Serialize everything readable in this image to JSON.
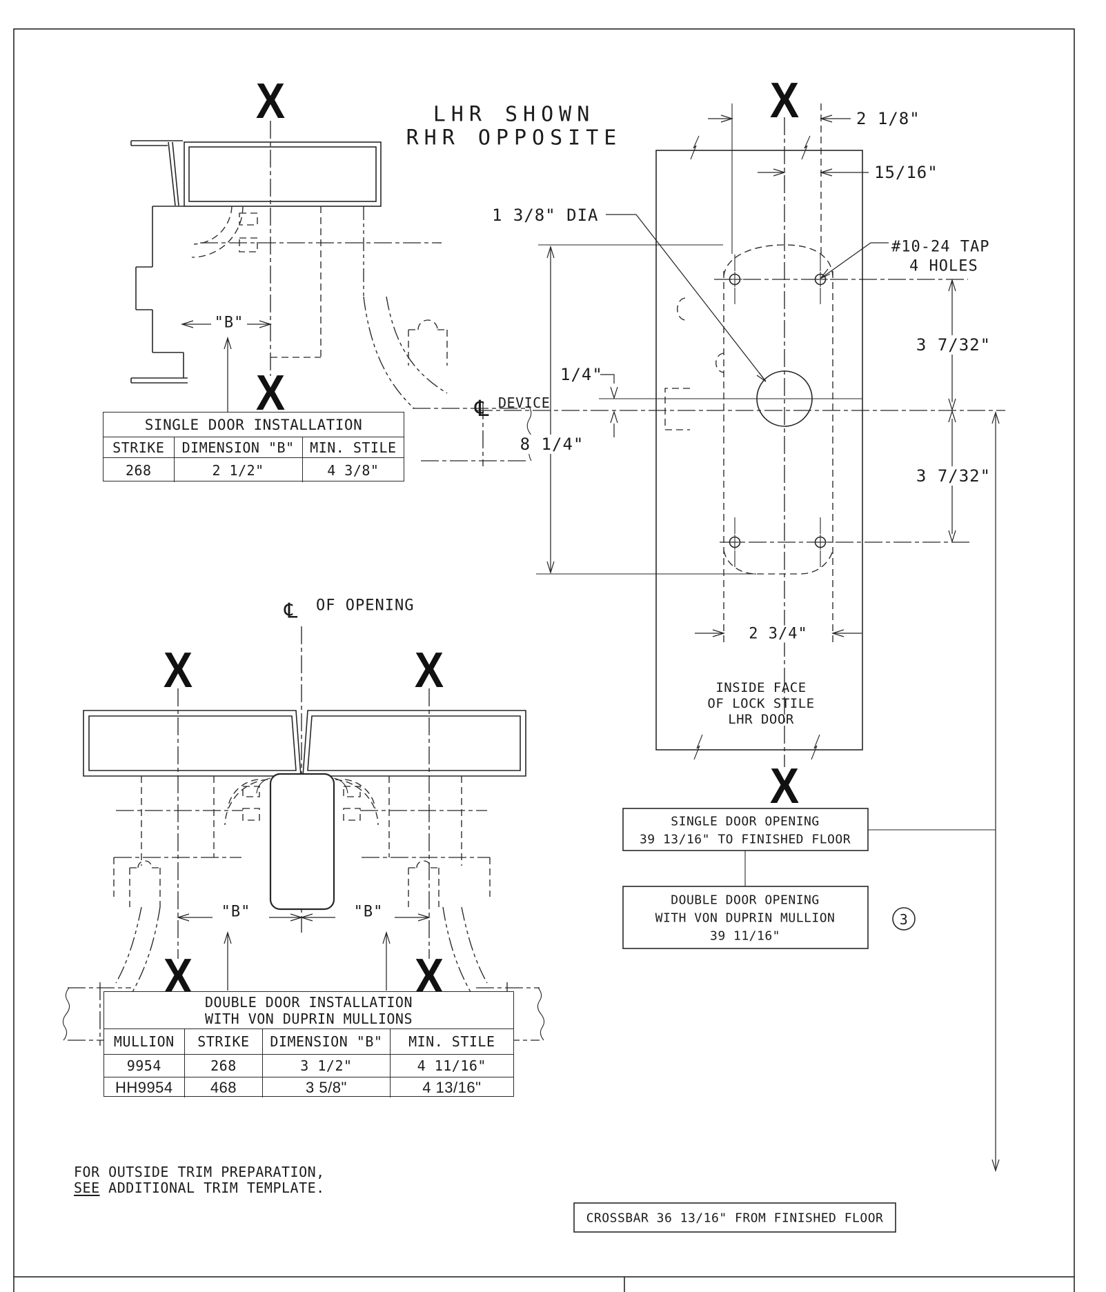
{
  "markers": {
    "x": "X",
    "centerline_symbol": "℄"
  },
  "orientation_note": {
    "line1": "LHR SHOWN",
    "line2": "RHR OPPOSITE"
  },
  "trim_note": {
    "line1": "FOR OUTSIDE TRIM PREPARATION,",
    "line2_lead": "SEE",
    "line2_rest": " ADDITIONAL TRIM TEMPLATE."
  },
  "single_view": {
    "dim_b": "\"B\""
  },
  "single_table": {
    "title": "SINGLE DOOR INSTALLATION",
    "headers": [
      "STRIKE",
      "DIMENSION \"B\"",
      "MIN. STILE"
    ],
    "row": [
      "268",
      "2 1/2\"",
      "4 3/8\""
    ]
  },
  "stile_view": {
    "dim_offset_top": "2 1/8\"",
    "dim_offset_second": "15/16\"",
    "hole_dia": "1 3/8\" DIA",
    "tap_note_line1": "#10-24 TAP",
    "tap_note_line2": "4 HOLES",
    "dim_upper_holes": "3 7/32\"",
    "dim_lower_holes": "3 7/32\"",
    "dim_quarter": "1/4\"",
    "device_label": "DEVICE",
    "dim_height": "8 1/4\"",
    "dim_hole_span": "2 3/4\"",
    "face_line1": "INSIDE FACE",
    "face_line2": "OF LOCK STILE",
    "face_line3": "LHR DOOR"
  },
  "double_view": {
    "cl_label": "OF OPENING",
    "dim_b_left": "\"B\"",
    "dim_b_right": "\"B\""
  },
  "double_table": {
    "title_line1": "DOUBLE DOOR INSTALLATION",
    "title_line2": "WITH VON DUPRIN MULLIONS",
    "headers": [
      "MULLION",
      "STRIKE",
      "DIMENSION \"B\"",
      "MIN. STILE"
    ],
    "rows": [
      [
        "9954",
        "268",
        "3 1/2\"",
        "4 11/16\""
      ],
      [
        "HH9954",
        "468",
        "3 5/8\"",
        "4 13/16\""
      ]
    ]
  },
  "callouts": {
    "single_opening_line1": "SINGLE DOOR OPENING",
    "single_opening_line2": "39 13/16\" TO FINISHED FLOOR",
    "double_opening_line1": "DOUBLE DOOR OPENING",
    "double_opening_line2": "WITH VON DUPRIN MULLION",
    "double_opening_line3": "39 11/16\"",
    "balloon": "3",
    "crossbar": "CROSSBAR 36 13/16\" FROM FINISHED FLOOR"
  }
}
